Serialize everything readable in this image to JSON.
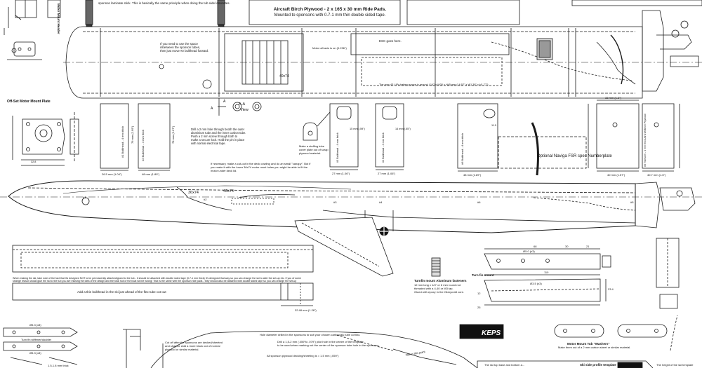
{
  "top_note": {
    "line1": "Aircraft Birch Plywood - 2 x 165 x 30 mm Ride Pads.",
    "line2": "Mounted to sponsons with 0.7-1 mm thin double sided tape."
  },
  "sponson_note": "sponson laminate stick. This is basically the same principle when doing the tub side laminates.",
  "spacer_note": {
    "line1": "If you need to use the space",
    "line2": "inbetween the sponson tubes,",
    "line3": "then just move #2 bulkhead forward."
  },
  "motor_aft_note": "Motor aft axis is on (0.236\")",
  "esc_note": "ESC goes here.",
  "battery_note": "The max 4S LiPo battery space is around L167 x W30 x H45 mm (L6.57\" x W1.38\" x H1.77\")",
  "motor_mount_plate": "Off-Set Motor Mount Plate",
  "motor_mount_header": "Motor Mount Header",
  "section_aa": {
    "a_left": "A",
    "a_right": "A",
    "label": "A-A",
    "view": "View"
  },
  "drill_note": {
    "line1": "Drill a 2 mm hole through booth the outer",
    "line2": "aluminium tube and the inner carbon tube.",
    "line3": "Push a 2 mm screw through both to",
    "line4": "make a secure lock. Hold the pin in place",
    "line5": "with normal electrical tape."
  },
  "stuffing_note": {
    "line1": "Make a stuffing tube",
    "line2": "cover plate out of scrap",
    "line3": "plywood material."
  },
  "canopy_note": {
    "line1": "If necessary, make a cut-out in the deck cowling and do an small \"canopy\". But if",
    "line2": "you make it with the lower 36x74 motor mout holes you might be able to fit the",
    "line3": "motor under deck lid."
  },
  "numberplate": "Optional Naviga FSR spec Numberplate",
  "bulkhead_labels": {
    "b1": "#1 Bulkhead - 4 mm thick",
    "b2": "#2 Bulkhead - 4 mm thick",
    "b3": "#3 Bulkhead - 4 mm thick",
    "b4": "#4 Bulkhead - 4 mm thick",
    "b5": "#5 Transom - 4 mm thick Aircraft Birch Plywood",
    "b6": "#6 Bulkhead - 4 mm thick"
  },
  "dims": {
    "d1": "26.5 mm (1.04\")",
    "d2": "48 mm (1.89\")",
    "d3": "27 mm (1.06\")",
    "d4": "27 mm (1.06\")",
    "d5": "48 mm (1.89\")",
    "d6": "40 mm (1.57\")",
    "d7": "40.7 mm (1.6\")",
    "d8": "33 mm (1.3\")",
    "d9": "76 mm (2.99\")",
    "d10": "78 mm (3.07\")",
    "d11": "17 mm (0.67\")",
    "d12": "25.48 mm (1.0\")",
    "d13": "15 mm (.59\")",
    "d14": "14 mm (.55\")",
    "d15": "11.5",
    "d16": "32.8"
  },
  "hull_marks": {
    "m1": "36x74",
    "m2": "40x74",
    "m3": "40x74",
    "p1": "#1",
    "p2": "#2",
    "p3": "#3",
    "p4": "#4",
    "p5": "#5",
    "p6": "#6"
  },
  "thin_bulkhead_note": "Add a thin bulkhead in the ski just ahead of the flex tube cut-out",
  "ski_note": {
    "line1": "When making the ski, take note of the fact that it's designed NOT to be permanently attached/glued to the tub - it should be attached with double sided tape (0.7-1 mm thick) It's designed that way so you can change the ski to alter the set-up etc. If you of some",
    "line2": "strange reason would glue the ski to the tub you are missing the idea of the design and the total hull of the boat will be wrong! That is the same with the sponson ride pads - they should also be attached with double sided tape so you can change the set-up"
  },
  "aluminium_note": {
    "title": "Turnfin mount Aluminum fasteners",
    "line1": "12 mm long x 1/4\" or 6 mm round rod",
    "line2": "threaded with a 4-40 or M3 tap.",
    "line3": "Glued with epoxy in the Okmycraft core."
  },
  "turnfin_mount": "Turn fin mount",
  "turn_fin_stiffener": "Turn fin stiffener/doubler",
  "holes_note": {
    "h1": "Ø3.0 (x3)",
    "h2": "Ø3.5 (x3)",
    "h3": "Ø5.0 (x3)",
    "h4": "Ø5.3 (x3)"
  },
  "turnfin_dims": {
    "a": "68",
    "b": "30",
    "c": "21",
    "d": "110",
    "e": "23.4",
    "f": "12",
    "g": "25"
  },
  "bottom_dim": "32.48 mm (1.28\")",
  "cutoff_note": {
    "line1": "Cut off after the sponsons are decked/sheeted",
    "line2": "and shaped. Add a more block out of normal",
    "line3": "plywood or similar material."
  },
  "hole_diameter_note": {
    "line1": "Hole diameter drilled in the sponsons to suit your chosen carbon/alu tube combo.",
    "line2": "Drill a 1,5-2 mm (.059\"to .079\") pilot hole in the center of the template",
    "line3": "to be used when marking out the center of the sponson tube hole in the sponsons."
  },
  "flat_to_point": "Flat to this point",
  "sponson_decking": "All sponson plywood decking/sheeting is = 1.5 mm (.059\")",
  "motor_mount_washers": {
    "title": "Motor Mount Tub \"Washers\"",
    "line1": "Make them out of a 2 mm carbon sheet or similar material."
  },
  "ski_side_profile": "Ski side profile template",
  "ski_top_base": "The ski top base and bottom a...",
  "ski_height_note": "The height of the ski template",
  "thickness_note": "1.5-1.8 mm thick",
  "logo_text": "KEPS",
  "cut_notes": {
    "c1": "Ø5.3 (x8)",
    "c2": "Ø5.3 (x8)"
  }
}
